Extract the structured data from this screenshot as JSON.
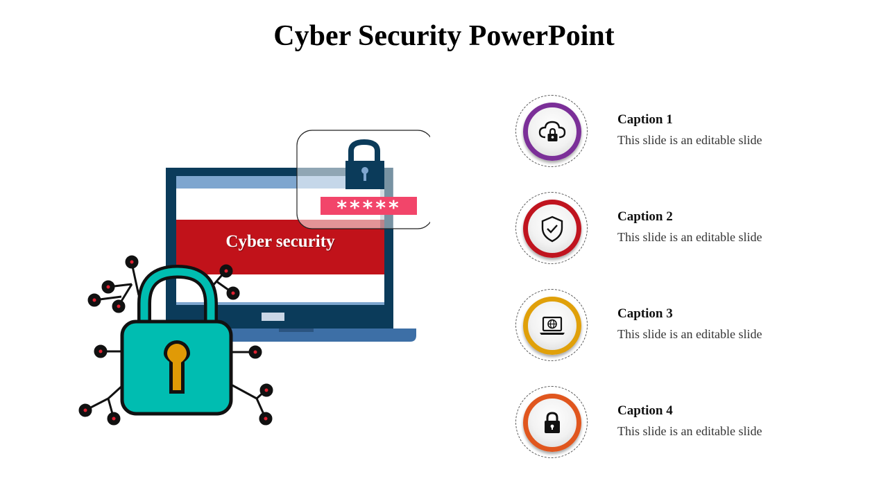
{
  "title": "Cyber Security PowerPoint",
  "illustration": {
    "screen_text": "Cyber security",
    "password_mask": "*****"
  },
  "colors": {
    "laptop_frame": "#0b3b5a",
    "laptop_base": "#3d6fa6",
    "screen_band": "#c1121a",
    "padlock_body": "#00bdb1",
    "keyhole": "#e09a06",
    "password_bar": "#f2456a"
  },
  "captions": [
    {
      "title": "Caption 1",
      "text": "This slide is an editable slide",
      "color": "#7b2f98",
      "icon": "cloud-lock-icon"
    },
    {
      "title": "Caption 2",
      "text": "This slide is an editable slide",
      "color": "#c0141f",
      "icon": "shield-check-icon"
    },
    {
      "title": "Caption 3",
      "text": "This slide is an editable slide",
      "color": "#e0a00a",
      "icon": "laptop-globe-icon"
    },
    {
      "title": "Caption 4",
      "text": "This slide is an editable slide",
      "color": "#e0561e",
      "icon": "padlock-icon"
    }
  ]
}
